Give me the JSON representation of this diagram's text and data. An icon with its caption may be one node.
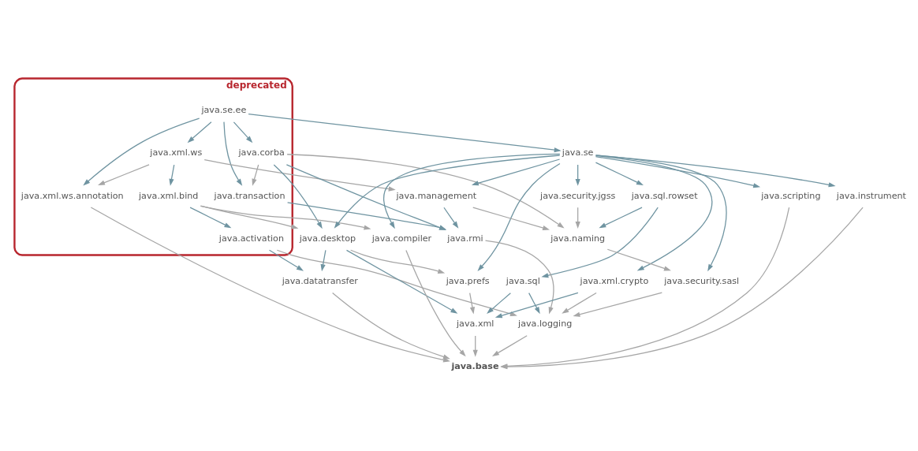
{
  "diagram": {
    "nodes": [
      {
        "text": [
          "deprecated"
        ]
      },
      {
        "text": [
          "java.se.ee"
        ],
        "in": 0
      },
      {
        "text": [
          "java.xml.ws"
        ],
        "in": 0
      },
      {
        "text": [
          "java.se"
        ]
      },
      {
        "text": [
          "java.corba"
        ],
        "in": 0
      },
      {
        "text": [
          "java.xml.ws.annotation"
        ],
        "in": 0
      },
      {
        "text": [
          "java.xml.bind"
        ],
        "in": 0
      },
      {
        "text": [
          "java.transaction"
        ],
        "in": 0
      },
      {
        "text": [
          "java.activation"
        ],
        "in": 0
      },
      {
        "text": [
          "java.desktop"
        ]
      },
      {
        "text": [
          "java.security.jgss"
        ]
      },
      {
        "text": [
          "java.instrument"
        ]
      },
      {
        "text": [
          "java.compiler"
        ]
      },
      {
        "text": [
          "java.sql.rowset"
        ]
      },
      {
        "text": [
          "java.naming"
        ]
      },
      {
        "text": [
          "java.management"
        ]
      },
      {
        "text": [
          "java.datatransfer"
        ]
      },
      {
        "text": [
          "java.prefs"
        ]
      },
      {
        "text": [
          "java.sql"
        ]
      },
      {
        "text": [
          "java.security.sasl"
        ]
      },
      {
        "text": [
          "java.rmi"
        ]
      },
      {
        "text": [
          "java.xml.crypto"
        ]
      },
      {
        "text": [
          "java.xml"
        ]
      },
      {
        "text": [
          "java.logging"
        ]
      },
      {
        "text": [
          "java.scripting"
        ]
      },
      {
        "text": [
          "java.base"
        ]
      }
    ],
    "edges": [
      {
        "from": 1,
        "to": 2,
        "arrow": "to"
      },
      {
        "from": 1,
        "to": 3,
        "arrow": "to"
      },
      {
        "from": 1,
        "to": 4,
        "arrow": "to"
      },
      {
        "from": 1,
        "to": 5,
        "arrow": "to"
      },
      {
        "from": 1,
        "to": 7,
        "arrow": "to"
      },
      {
        "from": 2,
        "to": 5,
        "arrow": "to",
        "color": "#a6a6a6"
      },
      {
        "from": 2,
        "to": 6,
        "arrow": "to"
      },
      {
        "from": 2,
        "to": 15,
        "arrow": "to",
        "color": "#a6a6a6"
      },
      {
        "from": 3,
        "to": 9,
        "arrow": "to"
      },
      {
        "from": 3,
        "to": 12,
        "arrow": "to"
      },
      {
        "from": 3,
        "to": 17,
        "arrow": "to"
      },
      {
        "from": 3,
        "to": 21,
        "arrow": "to"
      },
      {
        "from": 3,
        "to": 13,
        "arrow": "to"
      },
      {
        "from": 3,
        "to": 10,
        "arrow": "to"
      },
      {
        "from": 3,
        "to": 19,
        "arrow": "to"
      },
      {
        "from": 3,
        "to": 24,
        "arrow": "to"
      },
      {
        "from": 3,
        "to": 11,
        "arrow": "to"
      },
      {
        "from": 3,
        "to": 15,
        "arrow": "to"
      },
      {
        "from": 4,
        "to": 9,
        "arrow": "to"
      },
      {
        "from": 4,
        "to": 14,
        "arrow": "to",
        "color": "#a6a6a6"
      },
      {
        "from": 4,
        "to": 7,
        "arrow": "to",
        "color": "#a6a6a6"
      },
      {
        "from": 4,
        "to": 20,
        "arrow": "to"
      },
      {
        "from": 5,
        "to": 25,
        "arrow": "to",
        "color": "#a6a6a6"
      },
      {
        "from": 6,
        "to": 8,
        "arrow": "to"
      },
      {
        "from": 6,
        "to": 9,
        "arrow": "to",
        "color": "#a6a6a6"
      },
      {
        "from": 6,
        "to": 12,
        "arrow": "to",
        "color": "#a6a6a6"
      },
      {
        "from": 7,
        "to": 20,
        "arrow": "to"
      },
      {
        "from": 8,
        "to": 16,
        "arrow": "to"
      },
      {
        "from": 8,
        "to": 23,
        "arrow": "to",
        "color": "#a6a6a6"
      },
      {
        "from": 9,
        "to": 16,
        "arrow": "to"
      },
      {
        "from": 9,
        "to": 17,
        "arrow": "to",
        "color": "#a6a6a6"
      },
      {
        "from": 9,
        "to": 22,
        "arrow": "to"
      },
      {
        "from": 10,
        "to": 14,
        "arrow": "to",
        "color": "#a6a6a6"
      },
      {
        "from": 11,
        "to": 25,
        "arrow": "to",
        "color": "#a6a6a6"
      },
      {
        "from": 12,
        "to": 25,
        "arrow": "to",
        "color": "#a6a6a6"
      },
      {
        "from": 13,
        "to": 14,
        "arrow": "to"
      },
      {
        "from": 13,
        "to": 18,
        "arrow": "to"
      },
      {
        "from": 15,
        "to": 14,
        "arrow": "to",
        "color": "#a6a6a6"
      },
      {
        "from": 15,
        "to": 20,
        "arrow": "to"
      },
      {
        "from": 14,
        "to": 19,
        "arrow": "to",
        "color": "#a6a6a6"
      },
      {
        "from": 16,
        "to": 25,
        "arrow": "to",
        "color": "#a6a6a6"
      },
      {
        "from": 17,
        "to": 22,
        "arrow": "to",
        "color": "#a6a6a6"
      },
      {
        "from": 18,
        "to": 22,
        "arrow": "to"
      },
      {
        "from": 18,
        "to": 23,
        "arrow": "to"
      },
      {
        "from": 19,
        "to": 23,
        "arrow": "to",
        "color": "#a6a6a6"
      },
      {
        "from": 20,
        "to": 23,
        "arrow": "to",
        "color": "#a6a6a6"
      },
      {
        "from": 21,
        "to": 22,
        "arrow": "to"
      },
      {
        "from": 21,
        "to": 23,
        "arrow": "to",
        "color": "#a6a6a6"
      },
      {
        "from": 22,
        "to": 25,
        "arrow": "to",
        "color": "#a6a6a6"
      },
      {
        "from": 23,
        "to": 25,
        "arrow": "to",
        "color": "#a6a6a6"
      },
      {
        "from": 24,
        "to": 25,
        "arrow": "to",
        "color": "#a6a6a6"
      }
    ]
  }
}
